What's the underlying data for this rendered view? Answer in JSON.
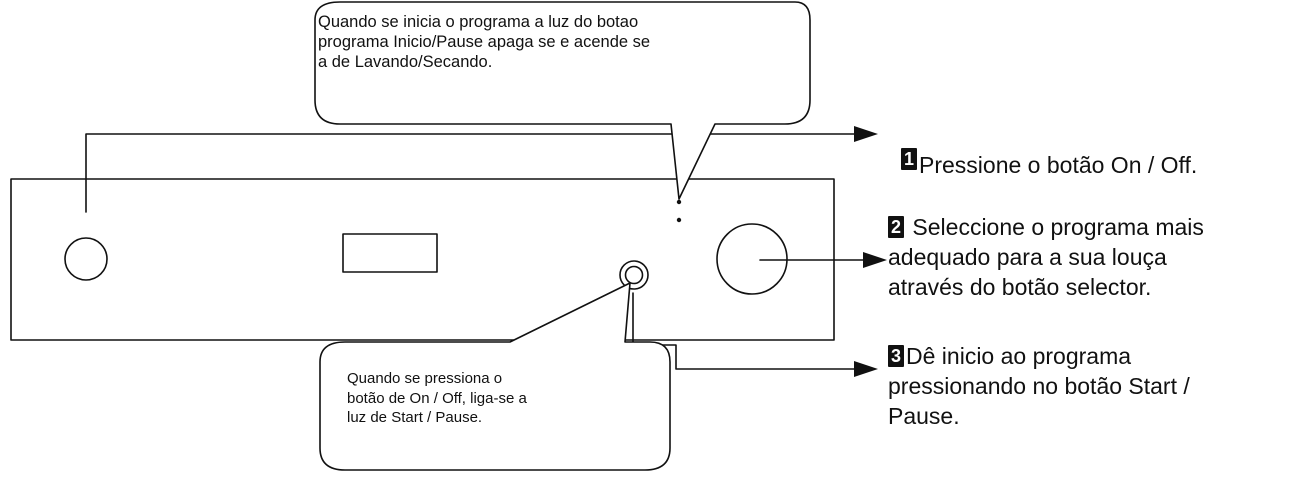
{
  "callouts": {
    "top": [
      "Quando se inicia o programa a luz do botao",
      "programa Inicio/Pause apaga se e acende se",
      "a de Lavando/Secando."
    ],
    "bottom": [
      "Quando se pressiona o",
      "botão de On / Off, liga-se a",
      "luz de Start / Pause."
    ]
  },
  "steps": [
    {
      "number": "1",
      "lines": [
        "Pressione o botão On / Off."
      ]
    },
    {
      "number": "2",
      "lines": [
        "Seleccione o programa mais",
        "adequado para a sua louça",
        "através do botão selector."
      ]
    },
    {
      "number": "3",
      "lines": [
        "Dê inicio ao programa",
        "pressionando no botão Start /",
        "Pause."
      ]
    }
  ],
  "colors": {
    "ink": "#111111",
    "background": "#ffffff",
    "badge_text": "#ffffff"
  }
}
